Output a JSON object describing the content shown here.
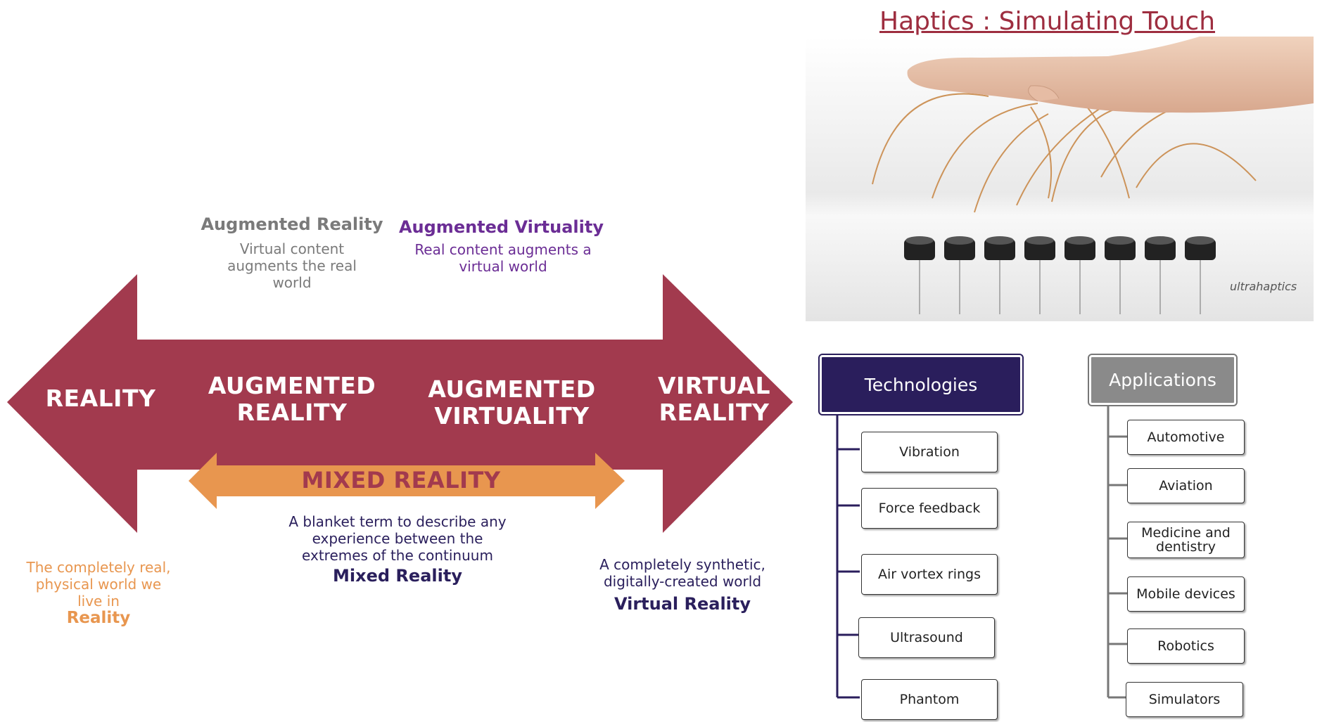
{
  "continuum": {
    "reality": "REALITY",
    "augmented_reality": "AUGMENTED REALITY",
    "augmented_virtuality": "AUGMENTED VIRTUALITY",
    "virtual_reality": "VIRTUAL REALITY",
    "mixed_reality": "MIXED REALITY"
  },
  "annotations": {
    "ar_title": "Augmented Reality",
    "ar_desc": "Virtual content augments the real world",
    "av_title": "Augmented Virtuality",
    "av_desc": "Real content augments a virtual world",
    "reality_desc": "The completely real, physical world we live in",
    "reality_term": "Reality",
    "mr_desc": "A blanket term to describe any experience between the extremes of the continuum",
    "mr_term": "Mixed Reality",
    "vr_desc": "A completely synthetic, digitally-created world",
    "vr_term": "Virtual Reality"
  },
  "haptics": {
    "title": "Haptics : Simulating Touch",
    "brand": "ultrahaptics"
  },
  "technologies": {
    "header": "Technologies",
    "items": [
      "Vibration",
      "Force feedback",
      "Air vortex rings",
      "Ultrasound",
      "Phantom"
    ]
  },
  "applications": {
    "header": "Applications",
    "items": [
      "Automotive",
      "Aviation",
      "Medicine and dentistry",
      "Mobile devices",
      "Robotics",
      "Simulators"
    ]
  },
  "colors": {
    "maroon": "#a23a4e",
    "orange": "#e8964f",
    "purple": "#6b2d95",
    "navy": "#2a1f5c",
    "gray": "#7a7a7a",
    "title_red": "#9e2e40",
    "tech_header": "#2a1e5c",
    "app_header": "#8a8a8a"
  }
}
